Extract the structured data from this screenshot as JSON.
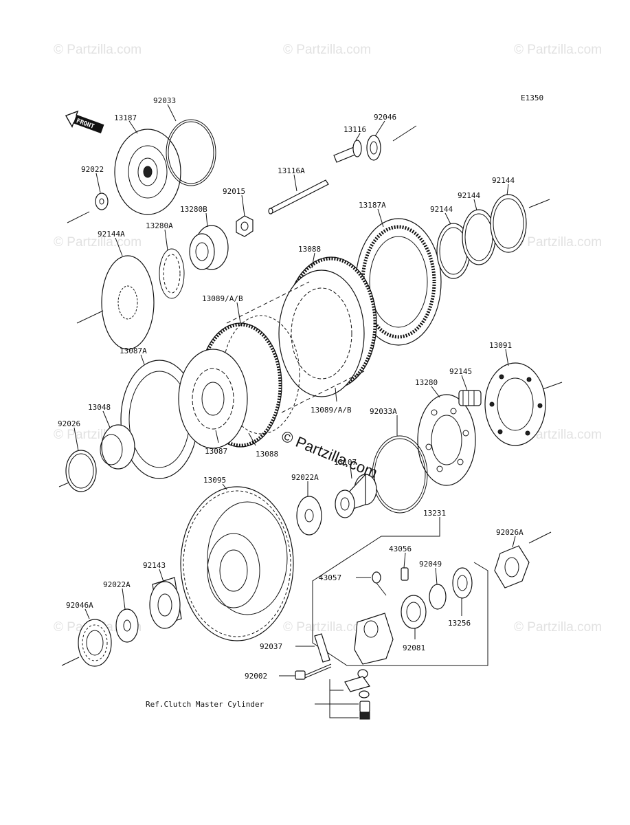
{
  "diagram_code": "E1350",
  "front_label": "FRONT",
  "watermark": "© Partzilla.com",
  "center_watermark": "© Partzilla.com",
  "reference_note": "Ref.Clutch Master Cylinder",
  "parts": {
    "p13187": "13187",
    "p92033": "92033",
    "p92022": "92022",
    "p92046": "92046",
    "p13116": "13116",
    "p13116A": "13116A",
    "p92015": "92015",
    "p13280B": "13280B",
    "p13280A": "13280A",
    "p92144A": "92144A",
    "p13187A": "13187A",
    "p92144_a": "92144",
    "p92144_b": "92144",
    "p92144_c": "92144",
    "p13088_top": "13088",
    "p13089_top": "13089/A/B",
    "p13087A": "13087A",
    "p13091": "13091",
    "p92145": "92145",
    "p13280": "13280",
    "p13048": "13048",
    "p92026": "92026",
    "p13087": "13087",
    "p13088_bottom": "13088",
    "p13089_bottom": "13089/A/B",
    "p92033A": "92033A",
    "p13107": "13107",
    "p13095": "13095",
    "p92022A_top": "92022A",
    "p13231": "13231",
    "p92026A": "92026A",
    "p43056": "43056",
    "p43057": "43057",
    "p92049": "92049",
    "p92143": "92143",
    "p92022A_bottom": "92022A",
    "p92046A": "92046A",
    "p13256": "13256",
    "p92081": "92081",
    "p92037": "92037",
    "p92002": "92002"
  }
}
